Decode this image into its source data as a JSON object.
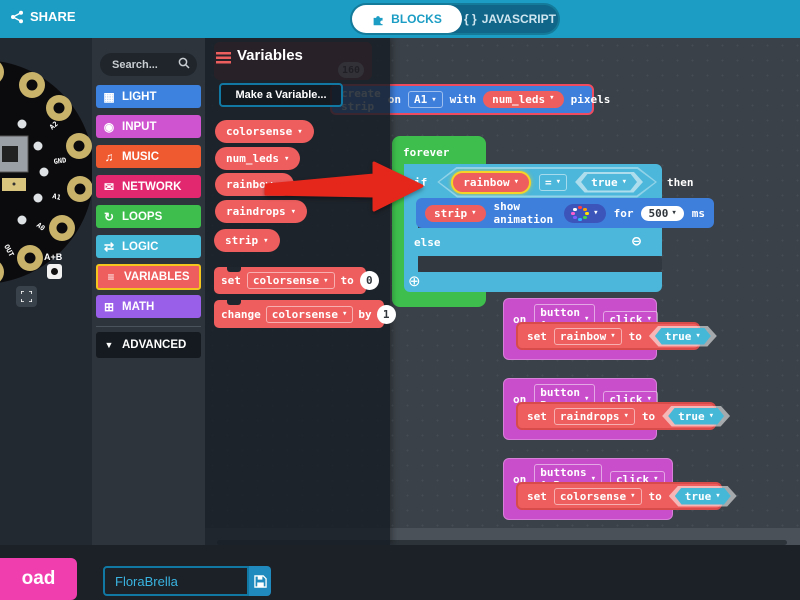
{
  "topbar": {
    "share_label": "SHARE",
    "blocks_tab_label": "BLOCKS",
    "javascript_tab_label": "JAVASCRIPT",
    "javascript_tab_prefix": "{ }"
  },
  "simulator": {
    "pin_labels": [
      "A2",
      "GND",
      "A1",
      "A0",
      "OUT"
    ],
    "ab_button_label": "A+B"
  },
  "toolbox": {
    "search_placeholder": "Search...",
    "categories": [
      {
        "label": "LIGHT",
        "color": "#3e82e0"
      },
      {
        "label": "INPUT",
        "color": "#cf54cf"
      },
      {
        "label": "MUSIC",
        "color": "#ef5a30"
      },
      {
        "label": "NETWORK",
        "color": "#e2286e"
      },
      {
        "label": "LOOPS",
        "color": "#3ebf4d"
      },
      {
        "label": "LOGIC",
        "color": "#45b8d8"
      },
      {
        "label": "VARIABLES",
        "color": "#ee5e5e",
        "selected": true
      },
      {
        "label": "MATH",
        "color": "#9a5fe8"
      },
      {
        "label": "ADVANCED",
        "color": "#141a1f"
      }
    ]
  },
  "flyout": {
    "title": "Variables",
    "make_variable_label": "Make a Variable...",
    "variable_pills": [
      "colorsense",
      "num_leds",
      "rainbow",
      "raindrops",
      "strip"
    ],
    "set_block": {
      "verb": "set",
      "variable": "colorsense",
      "prep": "to",
      "value": "0"
    },
    "change_block": {
      "verb": "change",
      "variable": "colorsense",
      "prep": "by",
      "value": "1"
    },
    "ghost_badge": "160"
  },
  "workspace": {
    "create_strip": {
      "hidden_prefix": "create strip",
      "on": "on",
      "pin": "A1",
      "with": "with",
      "count_variable": "num_leds",
      "suffix": "pixels"
    },
    "forever_label": "forever",
    "if_block": {
      "if_label": "if",
      "condition_variable": "rainbow",
      "operator": "=",
      "condition_value": "true",
      "then_label": "then",
      "else_label": "else"
    },
    "animation_block": {
      "strip_variable": "strip",
      "action_label": "show animation",
      "for_label": "for",
      "duration": "500",
      "unit_label": "ms"
    },
    "event_blocks": [
      {
        "on": "on",
        "source": "button A",
        "event": "click",
        "set": "set",
        "variable": "rainbow",
        "to": "to",
        "value": "true"
      },
      {
        "on": "on",
        "source": "button B",
        "event": "click",
        "set": "set",
        "variable": "raindrops",
        "to": "to",
        "value": "true"
      },
      {
        "on": "on",
        "source": "buttons A+B",
        "event": "click",
        "set": "set",
        "variable": "colorsense",
        "to": "to",
        "value": "true"
      }
    ]
  },
  "bottombar": {
    "download_label": "oad",
    "project_name": "FloraBrella"
  },
  "colors": {
    "topbar": "#1b9dc4",
    "workspace_bg": "#3a4148",
    "toolbox_bg": "#2d343c",
    "simulator_bg": "#232931",
    "bottombar_bg": "#1b2127",
    "block_blue": "#3f7fdc",
    "block_light_blue": "#4cb7da",
    "block_green": "#3ebf4d",
    "block_red": "#ee5e5e",
    "block_purple": "#c94ecb",
    "variables_selected_border": "#f3c51d",
    "highlight_yellow": "#f5d327",
    "download_pink": "#f03eaf",
    "accent_blue_border": "#1177a3",
    "arrow_red": "#e5261b"
  }
}
